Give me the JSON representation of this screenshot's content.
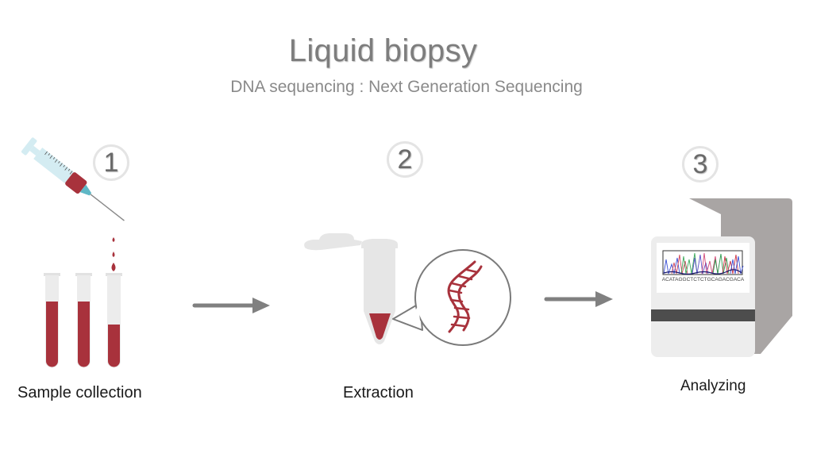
{
  "header": {
    "title": "Liquid biopsy",
    "subtitle": "DNA sequencing : Next Generation Sequencing"
  },
  "steps": [
    {
      "number": "1",
      "label": "Sample collection",
      "icon": "syringe-and-blood-tubes"
    },
    {
      "number": "2",
      "label": "Extraction",
      "icon": "microtube-with-dna-magnifier"
    },
    {
      "number": "3",
      "label": "Analyzing",
      "icon": "dna-sequencer-machine"
    }
  ],
  "sequencer": {
    "sequence_readout": "ACATAGGCTCTCTGCAGACGACA"
  },
  "colors": {
    "blood": "#a8323c",
    "syringe_barrel": "#d4ecf2",
    "needle_hub": "#5fb8c6",
    "tube_glass": "#ececec",
    "arrow": "#808080",
    "machine_front": "#ededed",
    "machine_side": "#a9a5a4",
    "machine_band": "#4d4d4d"
  }
}
